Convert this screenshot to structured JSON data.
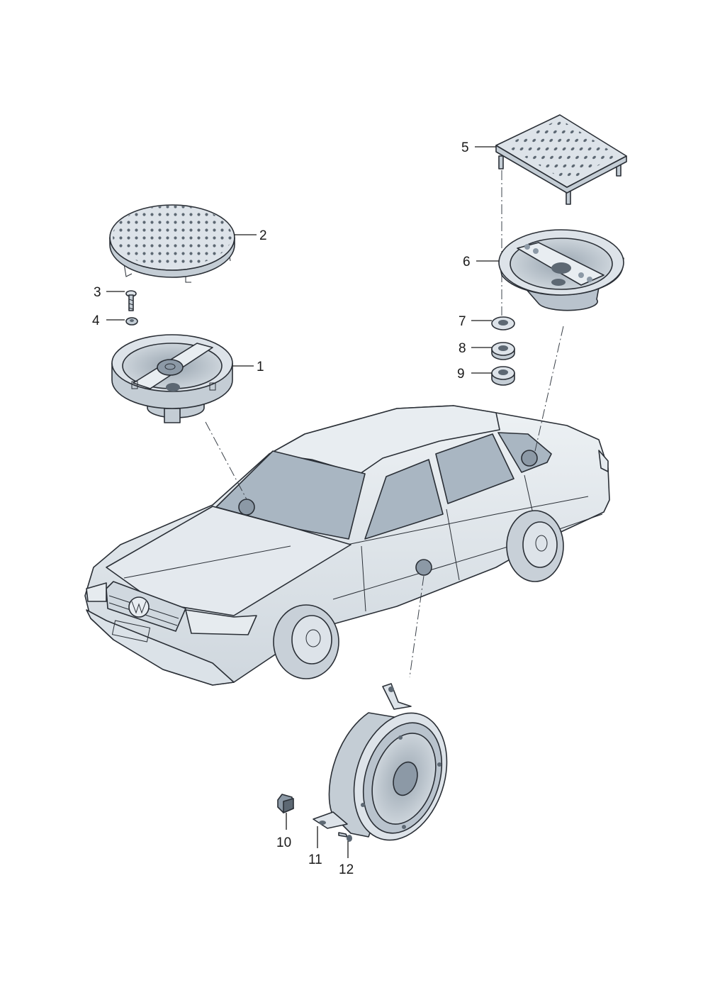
{
  "callouts": {
    "c1": "1",
    "c2": "2",
    "c3": "3",
    "c4": "4",
    "c5": "5",
    "c6": "6",
    "c7": "7",
    "c8": "8",
    "c9": "9",
    "c10": "10",
    "c11": "11",
    "c12": "12"
  },
  "colors": {
    "part_fill": "#dde3e9",
    "part_shade": "#b9c3cd",
    "glass": "#a9b6c2",
    "outline": "#2a2f36",
    "locator_dot": "#8c99a6"
  }
}
